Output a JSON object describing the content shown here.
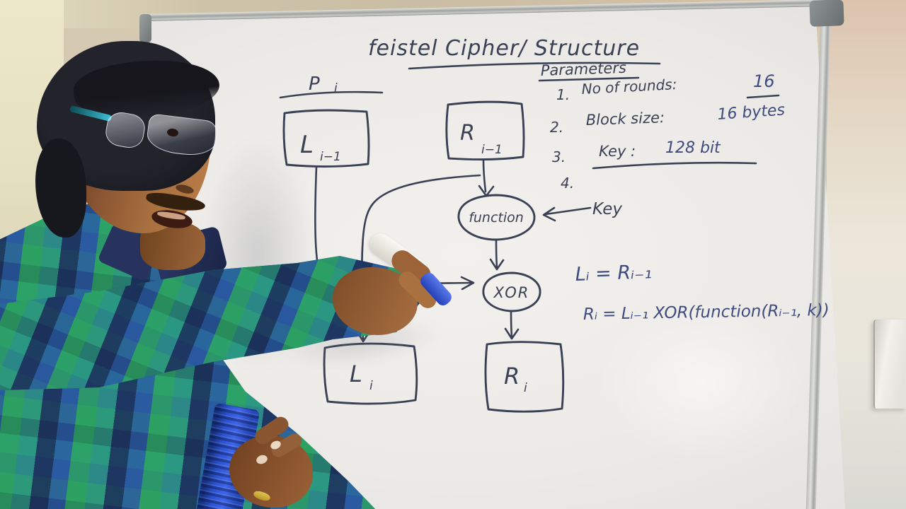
{
  "whiteboard": {
    "title": "feistel Cipher/ Structure",
    "plaintext": {
      "main": "P",
      "sub": "i"
    },
    "nodes": {
      "l_prev": {
        "main": "L",
        "sub": "i−1"
      },
      "r_prev": {
        "main": "R",
        "sub": "i−1"
      },
      "func": {
        "label": "function"
      },
      "xor": {
        "label": "XOR"
      },
      "key": {
        "label": "Key"
      },
      "l_next": {
        "main": "L",
        "sub": "i"
      },
      "r_next": {
        "main": "R",
        "sub": "i"
      }
    },
    "parameters": {
      "title": "Parameters",
      "items": [
        {
          "num": "1.",
          "label": "No of rounds:",
          "value": "16"
        },
        {
          "num": "2.",
          "label": "Block size:",
          "value": "16 bytes"
        },
        {
          "num": "3.",
          "label": "Key :",
          "value": "128 bit"
        },
        {
          "num": "4.",
          "label": "",
          "value": ""
        }
      ]
    },
    "equations": [
      "Lᵢ = Rᵢ₋₁",
      "Rᵢ = Lᵢ₋₁ XOR(function(Rᵢ₋₁, k))"
    ],
    "colors": {
      "ink": "#3a4154",
      "ink_blue": "#3f4a7e",
      "board": "#ecebe7"
    }
  },
  "presenter": {
    "skin_color": "#96603a",
    "hair_color": "#1c1c24",
    "shirt_plaid_colors": [
      "#2ea765",
      "#2f9e8e",
      "#2c55b0",
      "#1c2f5e"
    ],
    "marker_cap_color": "#2b49c0",
    "duster_color": "#2f51c9"
  }
}
